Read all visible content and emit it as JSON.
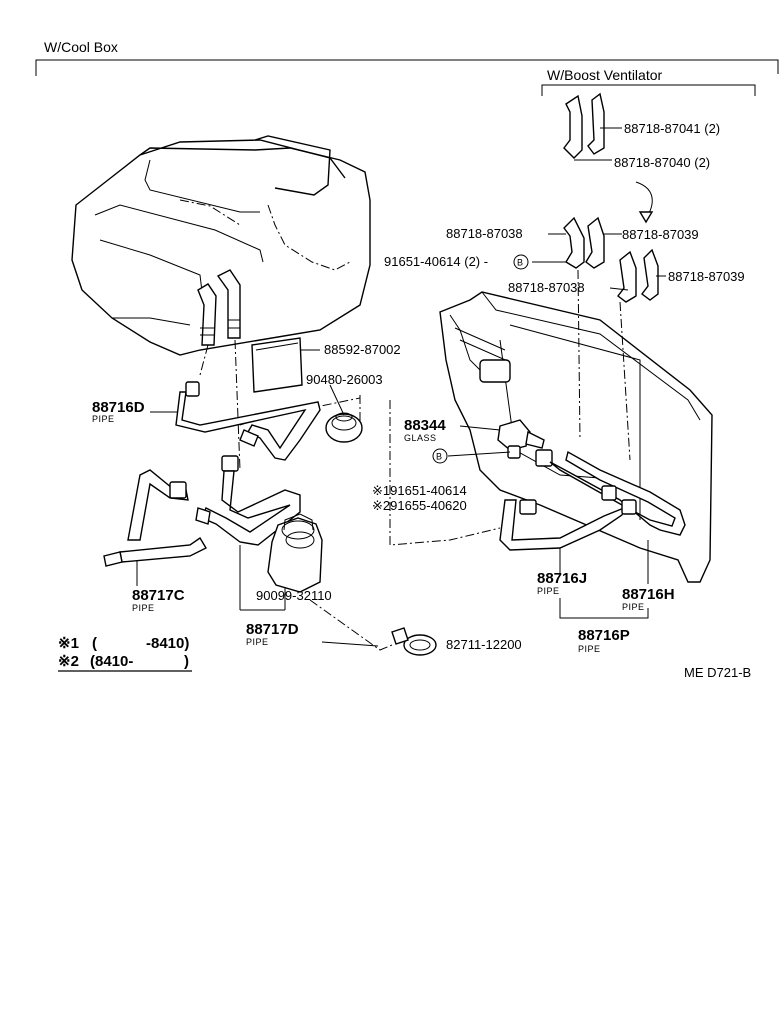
{
  "header": {
    "main_title": "W/Cool Box",
    "sub_title": "W/Boost Ventilator"
  },
  "parts": {
    "p87041": "88718-87041 (2)",
    "p87040": "88718-87040 (2)",
    "p87038a": "88718-87038",
    "p87039a": "88718-87039",
    "p40614": "91651-40614 (2) -",
    "p87039b": "88718-87039",
    "p87038b": "88718-87038",
    "p87002": "88592-87002",
    "p26003": "90480-26003",
    "p88716D": "88716D",
    "p88344": "88344",
    "p88344_sub": "GLASS",
    "p_note1": "※191651-40614",
    "p_note2": "※291655-40620",
    "p88717C": "88717C",
    "p90099": "90099-32110",
    "p88717D": "88717D",
    "p88716J": "88716J",
    "p88716H": "88716H",
    "p88716P": "88716P",
    "p82711": "82711-12200",
    "pipe_word": "PIPE",
    "b_marker": "B"
  },
  "legend": {
    "row1_mark": "※1",
    "row1_paren": "(",
    "row1_value": "-8410)",
    "row2_mark": "※2",
    "row2_value": "(8410-",
    "row2_close": ")"
  },
  "footer": {
    "code": "ME  D721-B"
  }
}
